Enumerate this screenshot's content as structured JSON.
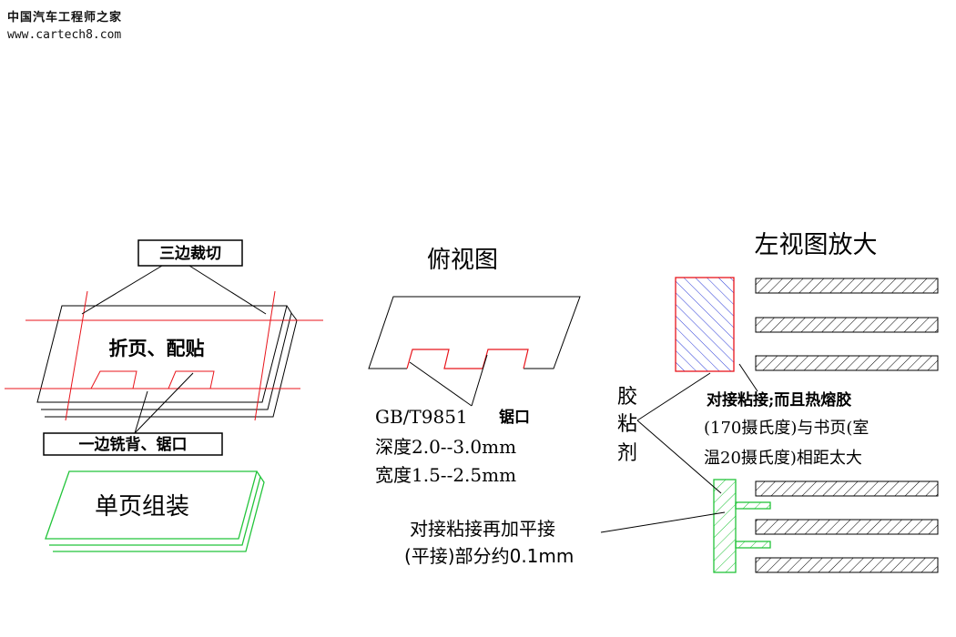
{
  "watermark": {
    "line1": "中国汽车工程师之家",
    "line2": "www.cartech8.com"
  },
  "left_view": {
    "three_side_cut": "三边裁切",
    "fold_label": "折页、配贴",
    "milled_back": "一边铣背、锯口",
    "single_page": "单页组装"
  },
  "top_view": {
    "title": "俯视图",
    "standard": "GB/T9851",
    "saw_cut": "锯口",
    "depth": "深度2.0--3.0mm",
    "width": "宽度1.5--2.5mm"
  },
  "enlarged_view": {
    "title": "左视图放大",
    "glue_label": [
      "胶",
      "粘",
      "剂"
    ],
    "note_line1": "对接粘接;而且热熔胶",
    "note_line2": "(170摄氏度)与书页(室",
    "note_line3": "温20摄氏度)相距太大",
    "flat_line1": "对接粘接再加平接",
    "flat_line2": "(平接)部分约0.1mm"
  },
  "colors": {
    "red": "#e8141b",
    "green": "#22c43a",
    "blue_hatch": "#2a3ad8",
    "black": "#000000"
  }
}
